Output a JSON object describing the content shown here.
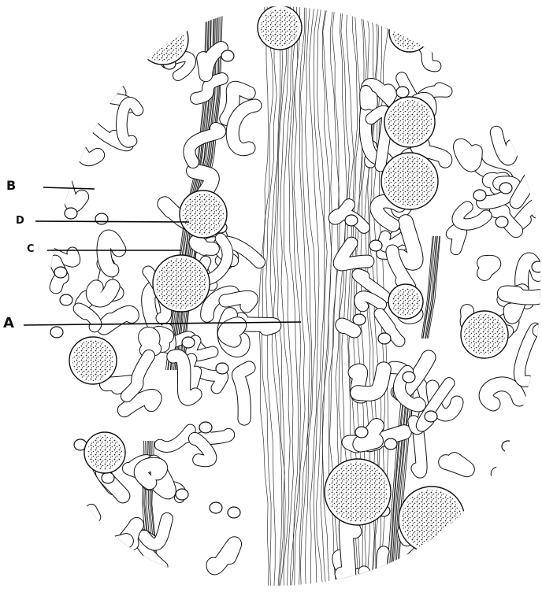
{
  "figure": {
    "labels": [
      {
        "id": "B",
        "text": "B"
      },
      {
        "id": "D",
        "text": "D"
      },
      {
        "id": "C",
        "text": "C"
      },
      {
        "id": "A",
        "text": "A"
      }
    ]
  }
}
